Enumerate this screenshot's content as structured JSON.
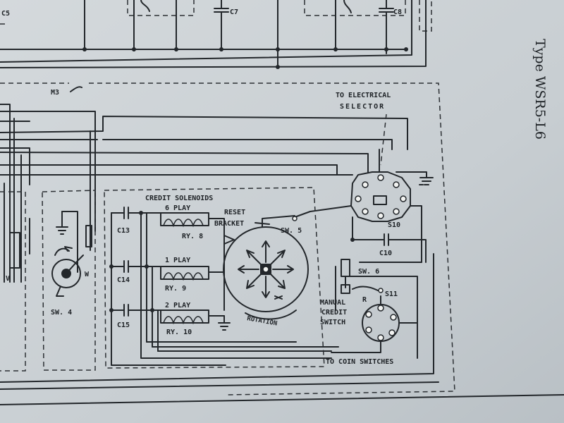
{
  "document": {
    "side_title": "Type WSR5-L6"
  },
  "top_section": {
    "c5": "C5",
    "c7": "C7",
    "c8": "C8"
  },
  "labels": {
    "m3": "M3",
    "to_electrical_line1": "TO ELECTRICAL",
    "to_electrical_line2": "SELECTOR",
    "credit_solenoids": "CREDIT SOLENOIDS",
    "six_play": "6 PLAY",
    "ry8": "RY. 8",
    "one_play": "1 PLAY",
    "ry9": "RY. 9",
    "two_play": "2 PLAY",
    "ry10": "RY. 10",
    "reset_line1": "RESET",
    "reset_line2": "BRACKET",
    "sw5": "SW. 5",
    "rotation": "ROTATION",
    "s10": "S10",
    "c10": "C10",
    "sw6": "SW. 6",
    "r": "R",
    "s11": "S11",
    "manual_line1": "MANUAL",
    "manual_line2": "CREDIT",
    "manual_line3": "SWITCH",
    "c13": "C13",
    "c14": "C14",
    "c15": "C15",
    "sw4": "SW. 4",
    "w": "W",
    "v": "V",
    "to_coin": "TO COIN SWITCHES"
  }
}
